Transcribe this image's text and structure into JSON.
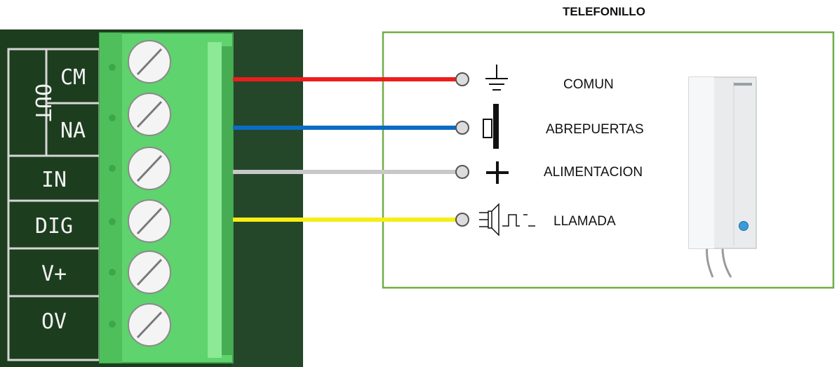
{
  "board": {
    "out_group_label": "OUT",
    "terminals": [
      {
        "key": "cm",
        "label": "CM"
      },
      {
        "key": "na",
        "label": "NA"
      },
      {
        "key": "in",
        "label": "IN"
      },
      {
        "key": "dig",
        "label": "DIG"
      },
      {
        "key": "vplus",
        "label": "V+"
      },
      {
        "key": "ov",
        "label": "OV"
      }
    ]
  },
  "handset": {
    "title": "TELEFONILLO",
    "connections": [
      {
        "label": "COMUN",
        "wire_color": "#ee1c1c",
        "symbol": "ground-icon"
      },
      {
        "label": "ABREPUERTAS",
        "wire_color": "#0b6cc4",
        "symbol": "door-release-icon"
      },
      {
        "label": "ALIMENTACION",
        "wire_color": "#c8c8c8",
        "symbol": "plus-icon"
      },
      {
        "label": "LLAMADA",
        "wire_color": "#f6ee14",
        "symbol": "buzzer-pulse-icon"
      }
    ]
  },
  "colors": {
    "pcb": "#1d3d1f",
    "terminal_block": "#5fd36d",
    "frame": "#6fae46"
  }
}
